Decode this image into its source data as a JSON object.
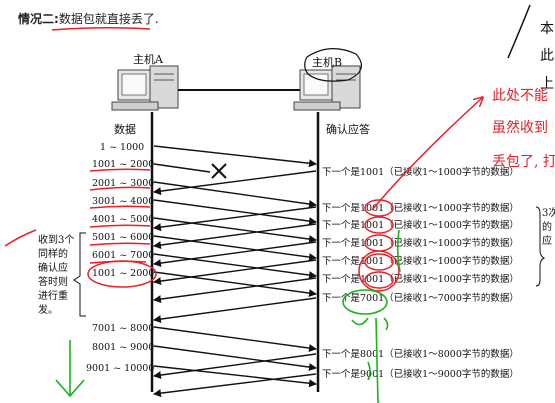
{
  "heading": {
    "label": "情况二:",
    "text": "数据包就直接丢了."
  },
  "hosts": {
    "a": "主机A",
    "b": "主机B"
  },
  "column_titles": {
    "left": "数据",
    "right": "确认应答"
  },
  "sent_segments": [
    "1 ~ 1000",
    "1001 ~ 2000",
    "2001 ~ 3000",
    "3001 ~ 4000",
    "4001 ~ 5000",
    "5001 ~ 6000",
    "6001 ~ 7000",
    "1001 ~ 2000",
    "7001 ~ 8000",
    "8001 ~ 9000",
    "9001 ~ 10000"
  ],
  "acks": [
    "下一个是1001（已接收1～1000字节的数据）",
    "下一个是1001（已接收1～1000字节的数据）",
    "下一个是1001（已接收1～1000字节的数据）",
    "下一个是1001（已接收1～1000字节的数据）",
    "下一个是1001（已接收1～1000字节的数据）",
    "下一个是1001（已接收1～1000字节的数据）",
    "下一个是7001（已接收1～7000字节的数据）",
    "下一个是8001（已接收1～8000字节的数据）",
    "下一个是9001（已接收1～9000字节的数据）"
  ],
  "left_note": [
    "收到3个",
    "同样的",
    "确认应",
    "答时则",
    "进行重",
    "发。"
  ],
  "side_note": [
    "3次",
    "的",
    "应"
  ],
  "red_annotations": [
    "此处不能",
    "虽然收到",
    "丢包了, 打"
  ],
  "corner_text": [
    "本",
    "此",
    "上"
  ],
  "colors": {
    "red_ink": "#e8202a",
    "green_ink": "#1bb31b",
    "black_ink": "#111111"
  }
}
